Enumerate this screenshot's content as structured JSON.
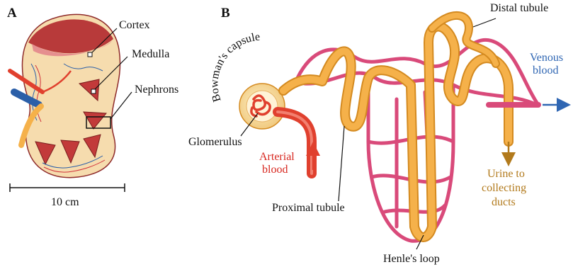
{
  "panels": {
    "a": "A",
    "b": "B"
  },
  "kidney_labels": {
    "cortex": "Cortex",
    "medulla": "Medulla",
    "nephrons": "Nephrons",
    "scale": "10 cm"
  },
  "nephron_labels": {
    "bowmans_capsule": "Bowman's capsule",
    "glomerulus": "Glomerulus",
    "arterial_line1": "Arterial",
    "arterial_line2": "blood",
    "proximal_tubule": "Proximal tubule",
    "henles_loop": "Henle's loop",
    "distal_tubule": "Distal tubule",
    "venous_line1": "Venous",
    "venous_line2": "blood",
    "urine_line1": "Urine to",
    "urine_line2": "collecting",
    "urine_line3": "ducts"
  },
  "colors": {
    "tubule": "#f5b14a",
    "tubule_edge": "#d48a20",
    "vessel": "#d94a7a",
    "artery": "#e0402e",
    "vein": "#2b5fa8",
    "kidney_cortex": "#b83a3a",
    "kidney_inner": "#f6dcae",
    "arterial_text": "#d7261e",
    "venous_text": "#2f66b3",
    "urine_text": "#b27a1c"
  }
}
